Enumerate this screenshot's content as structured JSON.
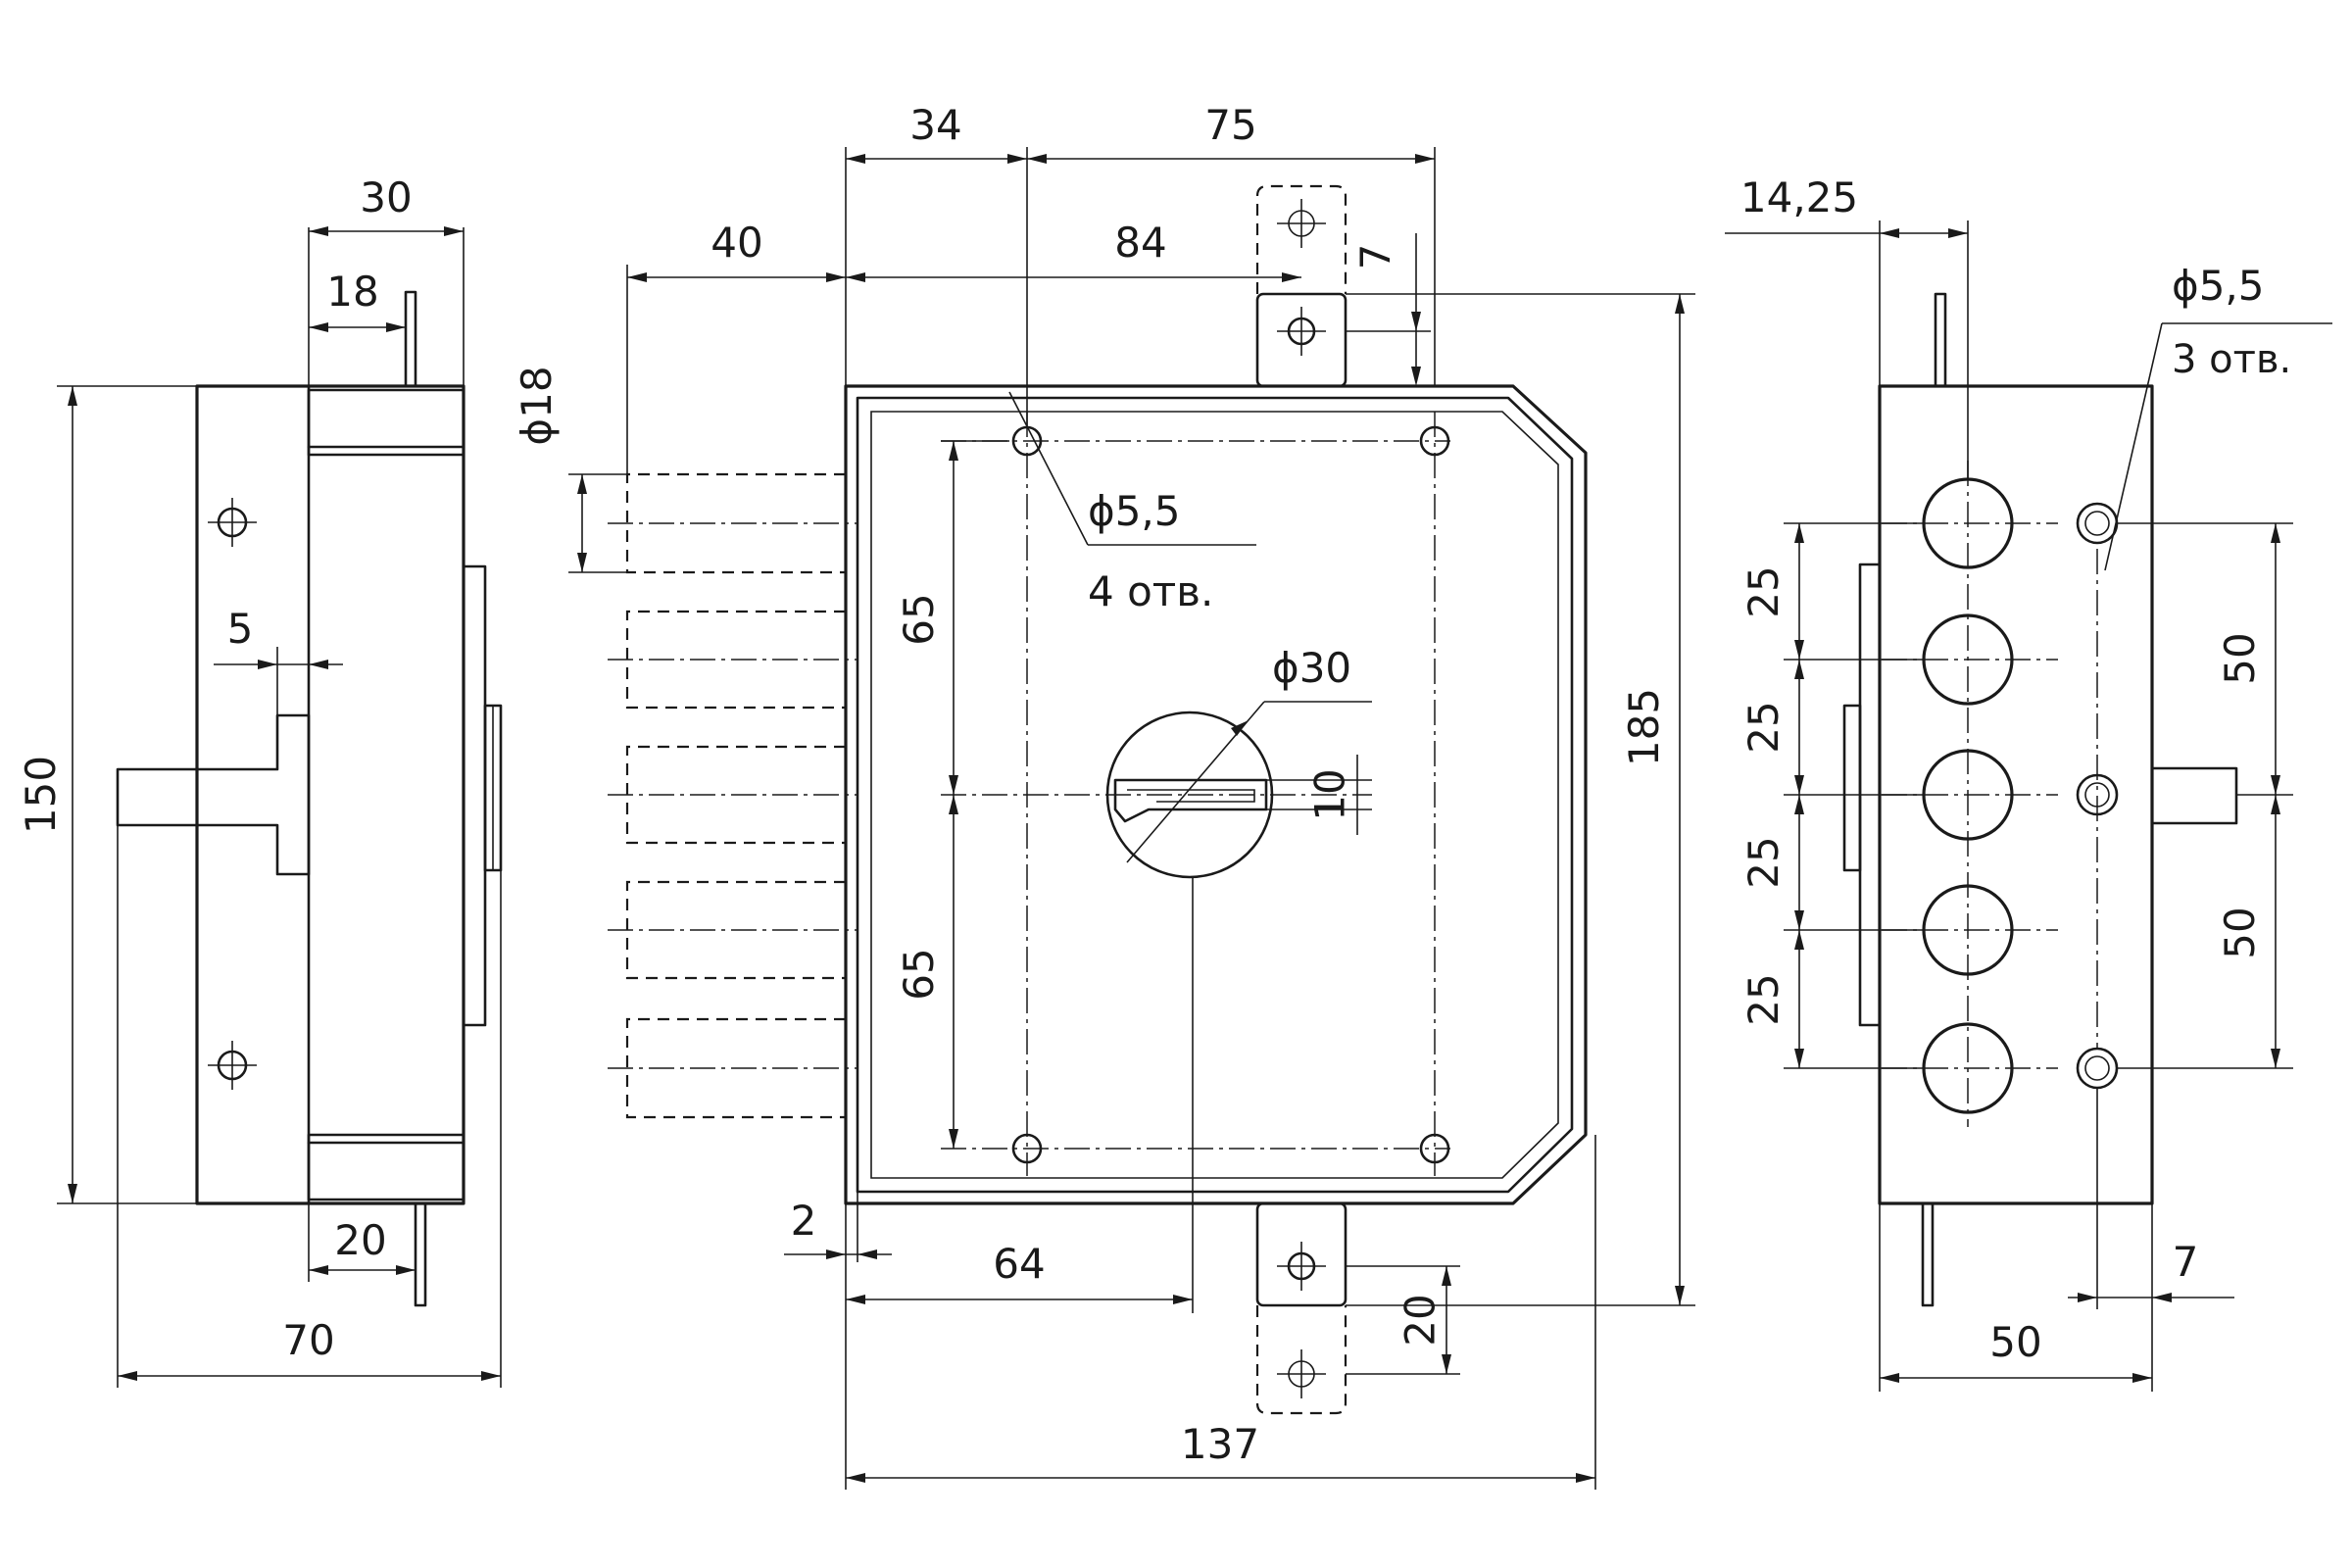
{
  "side_view_left": {
    "dim_30": "30",
    "dim_18": "18",
    "dim_150": "150",
    "dim_5": "5",
    "dim_20": "20",
    "dim_70": "70"
  },
  "front_view": {
    "dim_34": "34",
    "dim_75": "75",
    "dim_40": "40",
    "dim_84": "84",
    "dim_7_top": "7",
    "dim_phi18": "ϕ18",
    "dim_phi5_5": "ϕ5,5",
    "note_4_holes": "4 отв.",
    "dim_65_top": "65",
    "dim_65_bottom": "65",
    "dim_phi30": "ϕ30",
    "dim_10": "10",
    "dim_185": "185",
    "dim_2": "2",
    "dim_64": "64",
    "dim_20_bottom": "20",
    "dim_137": "137"
  },
  "side_view_right": {
    "dim_14_25": "14,25",
    "dim_phi5_5": "ϕ5,5",
    "note_3_holes": "3 отв.",
    "dim_25_a": "25",
    "dim_25_b": "25",
    "dim_25_c": "25",
    "dim_25_d": "25",
    "dim_50_top": "50",
    "dim_50_bottom": "50",
    "dim_7_bottom": "7",
    "dim_50_width": "50"
  }
}
